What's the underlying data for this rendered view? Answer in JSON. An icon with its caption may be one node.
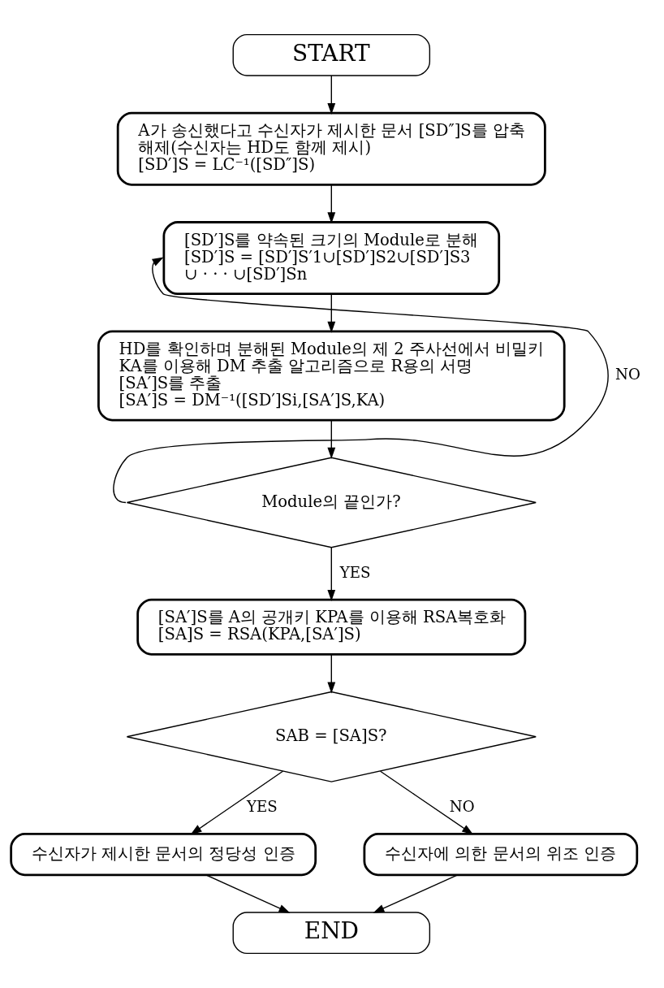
{
  "diagram": {
    "nodes": [
      {
        "text": [
          "START"
        ]
      },
      {
        "text": [
          "A가 송신했다고 수신자가 제시한 문서 [SD″]S를 압축 해제(수신자는 HD도 함께 제시)",
          "[SD′]S = LC⁻¹([SD″]S)"
        ]
      },
      {
        "text": [
          "[SD′]S를 약속된 크기의 Module로 분해",
          "[SD′]S = [SD′]S′1∪[SD′]S2∪[SD′]S3 ∪ · · · ∪[SD′]Sn"
        ]
      },
      {
        "text": [
          "HD를 확인하며 분해된 Module의 제 2 주사선에서 비밀키 KA를 이용해 DM 추출 알고리즘으로 R용의 서명 [SA′]S를 추출",
          "[SA′]S = DM⁻¹([SD′]Si,[SA′]S,KA)"
        ]
      },
      {
        "text": [
          "Module의 끝인가?"
        ]
      },
      {
        "text": [
          "[SA′]S를 A의 공개키 KPA를 이용해 RSA복호화",
          "[SA]S = RSA(KPA,[SA′]S)"
        ]
      },
      {
        "text": [
          "SAB = [SA]S?"
        ]
      },
      {
        "text": [
          "수신자가 제시한 문서의 정당성 인증"
        ]
      },
      {
        "text": [
          "수신자에 의한 문서의 위조 인증"
        ]
      },
      {
        "text": [
          "END"
        ]
      }
    ],
    "edges": [
      {
        "from": 0,
        "to": 1,
        "arrow": "to"
      },
      {
        "from": 1,
        "to": 2,
        "arrow": "to"
      },
      {
        "from": 2,
        "to": 3,
        "arrow": "to"
      },
      {
        "from": 3,
        "to": 4,
        "arrow": "to"
      },
      {
        "from": 4,
        "to": 2,
        "arrow": "to",
        "label": "NO"
      },
      {
        "from": 4,
        "to": 5,
        "arrow": "to",
        "label": "YES"
      },
      {
        "from": 5,
        "to": 6,
        "arrow": "to"
      },
      {
        "from": 6,
        "to": 7,
        "arrow": "to",
        "label": "YES"
      },
      {
        "from": 6,
        "to": 8,
        "arrow": "to",
        "label": "NO"
      },
      {
        "from": 7,
        "to": 9,
        "arrow": "to"
      },
      {
        "from": 8,
        "to": 9,
        "arrow": "to"
      }
    ]
  }
}
